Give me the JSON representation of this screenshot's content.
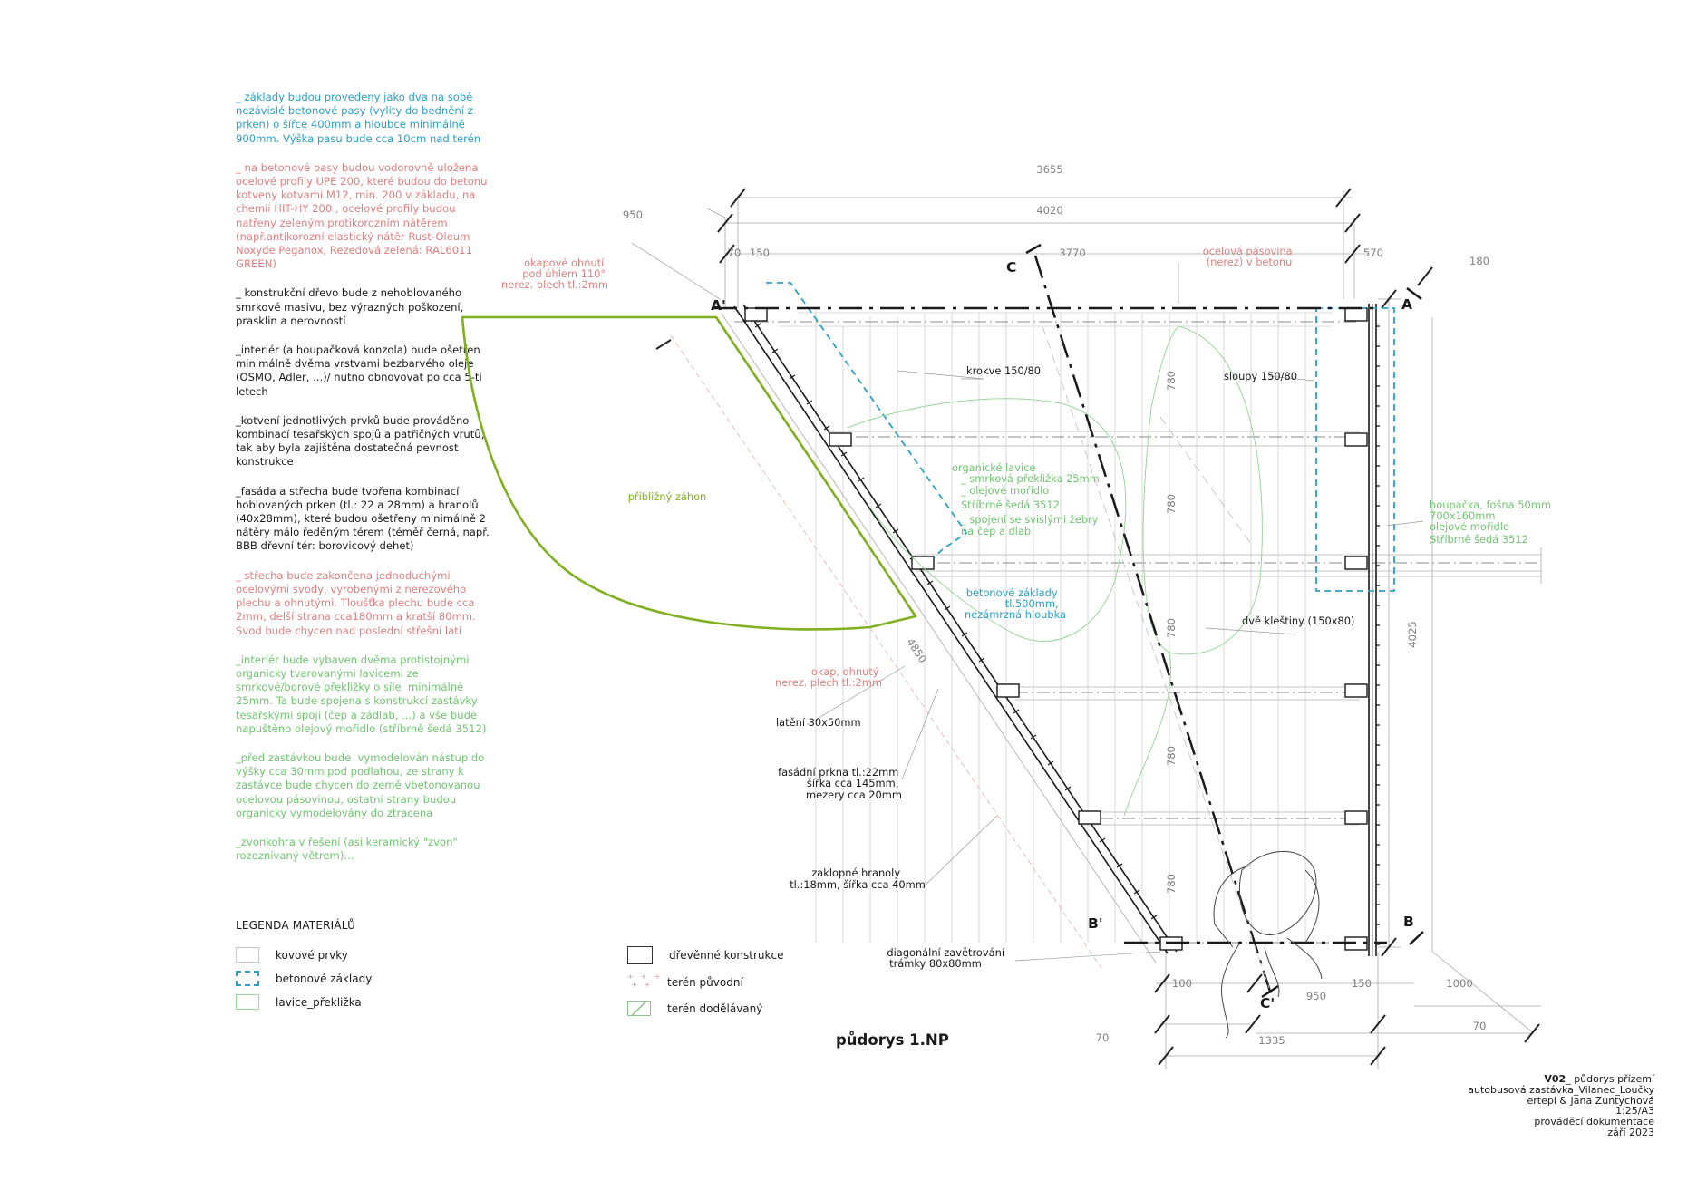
{
  "notes": [
    {
      "text": "_ základy budou provedeny jako dva na sobě nezávislé betonové pasy (vylity do bednění z prken) o šířce 400mm a hloubce minimálně 900mm. Výška pasu bude cca 10cm nad terén",
      "color": "#2aa0c8"
    },
    {
      "text": "_ na betonové pasy budou vodorovně uložena ocelové profily UPE 200, které budou do betonu kotveny kotvami M12, min. 200 v základu, na  chemii HIT-HY 200 , ocelové profily budou natřeny zeleným protikorozním nátěrem (např.antikorozní elastický nátěr Rust-Oleum Noxyde Peganox, Rezedová zelená: RAL6011 GREEN)",
      "color": "#e07f7f"
    },
    {
      "text": "_ konstrukční dřevo bude z nehoblovaného smrkové masivu, bez výrazných poškození, prasklin a nerovností",
      "color": "#1a1a1a"
    },
    {
      "text": "_interiér (a houpačková konzola) bude ošetřen minimálně dvěma vrstvami bezbarvého oleje (OSMO, Adler, ...)/ nutno obnovovat po cca 5-ti letech",
      "color": "#1a1a1a"
    },
    {
      "text": "_kotvení jednotlivých prvků bude prováděno kombinací tesařských spojů a patřičných vrutů,  tak aby byla zajištěna dostatečná pevnost konstrukce",
      "color": "#1a1a1a"
    },
    {
      "text": "_fasáda a střecha bude tvořena kombinací hoblovaných prken (tl.: 22 a 28mm) a hranolů (40x28mm), které budou ošetřeny minimálně 2 nátěry málo ředěným térem (téměř černá, např. BBB dřevní tér: borovicový dehet)",
      "color": "#1a1a1a"
    },
    {
      "text": "_ střecha bude zakončena jednoduchými ocelovými svody, vyrobenými z nerezového plechu a ohnutými. Tloušťka plechu bude cca 2mm, delší strana cca180mm a kratší 80mm. Svod bude chycen nad poslední střešní latí",
      "color": "#e07f7f"
    },
    {
      "text": "_interiér bude vybaven dvěma protistojnými organicky tvarovanými lavicemi ze smrkové/borové překližky o síle  minimálně 25mm. Ta bude spojena s konstrukcí zastávky tesařskými spoji (čep a zádlab, ...) a vše bude napuštěno olejový mořidlo (stříbrně šedá 3512)",
      "color": "#6ec66e"
    },
    {
      "text": "_před zastávkou bude  vymodelován nástup do výšky cca 30mm pod podlahou, ze strany k zastávce bude chycen do země vbetonovanou ocelovou pásovinou, ostatní strany budou organicky vymodelovány do ztracena",
      "color": "#6ec66e"
    },
    {
      "text": "_zvonkohra v řešení (asi keramický \"zvon\" rozeznívaný větrem)...",
      "color": "#6ec66e"
    }
  ],
  "legend": {
    "title": "LEGENDA MATERIÁLŮ",
    "left": [
      "kovové prvky",
      "betonové základy",
      "lavice_překližka"
    ],
    "right": [
      "dřevěnné konstrukce",
      "terén původní",
      "terén dodělávaný"
    ]
  },
  "dimensions": {
    "top_3655": "3655",
    "top_4020": "4020",
    "top_3770": "3770",
    "top_70": "70",
    "top_150": "150",
    "top_570": "570",
    "top_950": "950",
    "top_180": "180",
    "right_4025": "4025",
    "diag_4850": "4850",
    "bottom_100": "100",
    "bottom_950": "950",
    "bottom_150": "150",
    "bottom_1000": "1000",
    "bottom_70a": "70",
    "bottom_70b": "70",
    "bottom_1335": "1335",
    "spacing": [
      "780",
      "780",
      "780",
      "780",
      "780"
    ]
  },
  "section_markers": {
    "a_prime": "A'",
    "a": "A",
    "b_prime": "B'",
    "b": "B",
    "c": "C",
    "c_prime": "C'"
  },
  "labels": {
    "okapove_ohnuti": [
      "okapové ohnutí",
      "pod úhlem 110°",
      "nerez. plech tl.:2mm"
    ],
    "ocelova_pasovina": [
      "ocelová pásovina",
      "(nerez) v betonu"
    ],
    "krokve": "krokve 150/80",
    "sloupy": "sloupy 150/80",
    "organicke_lavice": [
      "organické lavice",
      "_ smrková překližka 25mm",
      "_ olejové mořidlo",
      "  Stříbrně šedá 3512",
      "_ spojení se svislými žebry",
      "  na čep a dlab"
    ],
    "houpacka": [
      "houpačka, fošna 50mm",
      "700x160mm",
      "olejové mořidlo",
      "Stříbrně šedá 3512"
    ],
    "priblizny_zahon": "přibližný záhon",
    "betonove_zaklady": [
      "betonové základy",
      "tl.500mm,",
      "nezámrzná hloubka"
    ],
    "dve_klestiny": "dvě kleštiny (150x80)",
    "okap": [
      "okap, ohnutý",
      "nerez. plech tl.:2mm"
    ],
    "lateni": "latění 30x50mm",
    "fasadni_prkna": [
      "fasádní prkna tl.:22mm",
      "šířka cca 145mm,",
      "mezery cca 20mm"
    ],
    "zaklopne_hranoly": [
      "zaklopné hranoly",
      "tl.:18mm, šířka cca 40mm"
    ],
    "diagonalni": [
      "diagonální zavětrování",
      "trámky 80x80mm"
    ]
  },
  "title": "půdorys 1.NP",
  "title_block": {
    "code": "V02",
    "code_rest": "_ půdorys přízemí",
    "lines": [
      "autobusová zastávka_Vilanec_Loučky",
      "ertepl & Jana Zuntychová",
      "1:25/A3",
      "prováděcí dokumentace",
      "září 2023"
    ]
  },
  "colors": {
    "blue": "#2aa0c8",
    "red": "#e07f7f",
    "green": "#6ec66e",
    "olive": "#7fb020",
    "black": "#1a1a1a",
    "grey": "#9a9a9a"
  }
}
